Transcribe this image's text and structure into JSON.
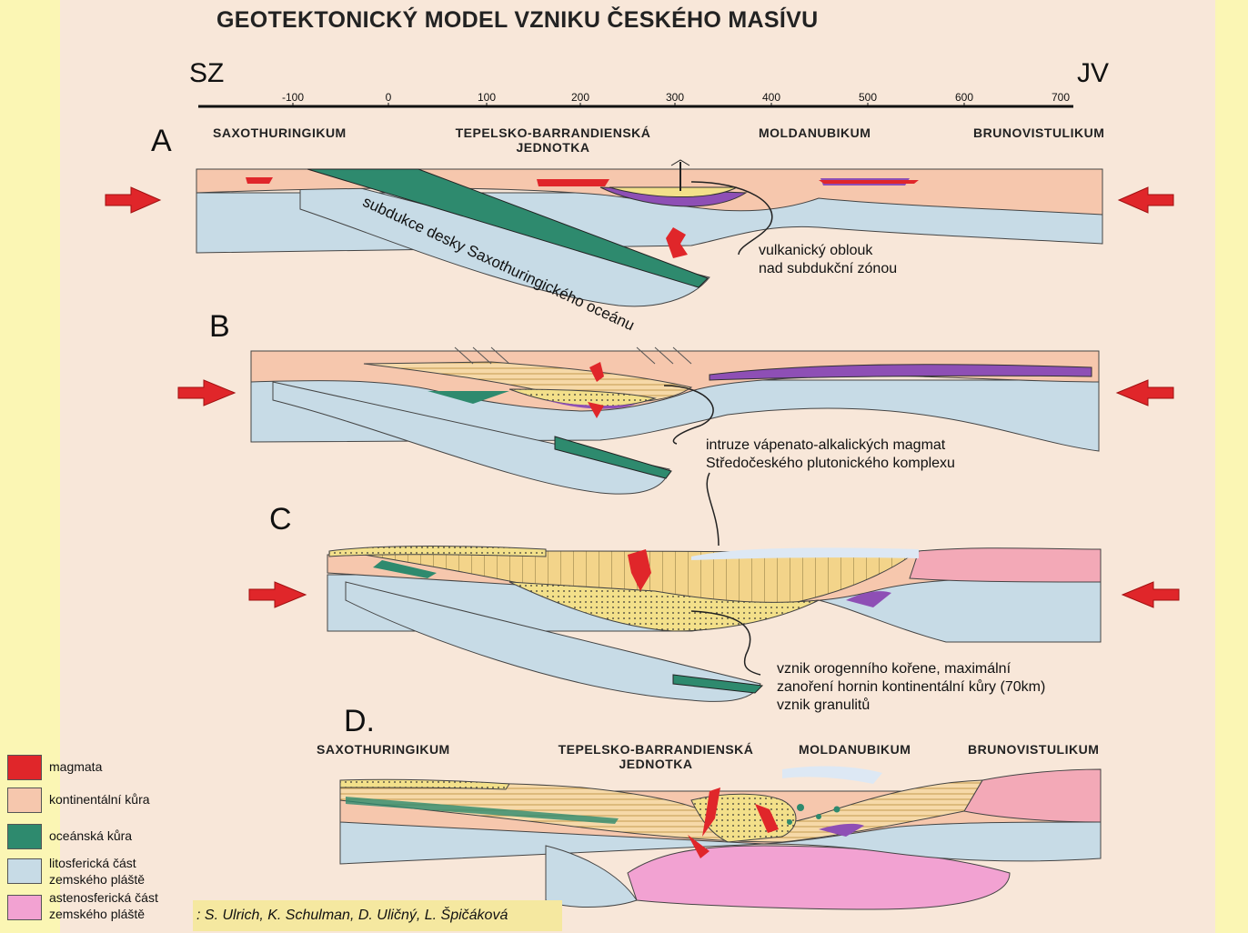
{
  "title": "GEOTEKTONICKÝ MODEL VZNIKU ČESKÉHO MASÍVU",
  "directions": {
    "left": "SZ",
    "right": "JV"
  },
  "scale": {
    "ticks": [
      "-100",
      "0",
      "100",
      "200",
      "300",
      "400",
      "500",
      "600",
      "700"
    ]
  },
  "regions_top": {
    "saxo": "SAXOTHURINGIKUM",
    "tepelsko": "TEPELSKO-BARRANDIENSKÁ",
    "tepelsko2": "JEDNOTKA",
    "moldanubikum": "MOLDANUBIKUM",
    "brunovistulikum": "BRUNOVISTULIKUM"
  },
  "regions_bottom": {
    "saxo": "SAXOTHURINGIKUM",
    "tepelsko": "TEPELSKO-BARRANDIENSKÁ",
    "tepelsko2": "JEDNOTKA",
    "moldanubikum": "MOLDANUBIKUM",
    "brunovistulikum": "BRUNOVISTULIKUM"
  },
  "stages": {
    "a": "A",
    "b": "B",
    "c": "C",
    "d": "D."
  },
  "section_a": {
    "subduction_label": "subdukce desky Saxothuringického oceánu",
    "note_line1": "vulkanický oblouk",
    "note_line2": "nad subdukční zónou"
  },
  "section_b": {
    "note_line1": "intruze vápenato-alkalických magmat",
    "note_line2": "Středočeského plutonického komplexu"
  },
  "section_c": {
    "note_line1": "vznik orogenního kořene, maximální",
    "note_line2": "zanoření hornin kontinentální kůry (70km)",
    "note_line3": "vznik granulitů"
  },
  "legend": [
    {
      "label": "magmata",
      "label2": "",
      "color": "#e0262a"
    },
    {
      "label": "kontinentální kůra",
      "label2": "",
      "color": "#f6c7ad"
    },
    {
      "label": "oceánská kůra",
      "label2": "",
      "color": "#2e8a6e"
    },
    {
      "label": "litosferická část",
      "label2": "zemského pláště",
      "color": "#c7dbe6"
    },
    {
      "label": "astenosferická část",
      "label2": "zemského pláště",
      "color": "#f2a2d2"
    }
  ],
  "credit": ": S. Ulrich, K. Schulman, D. Uličný, L. Špičáková",
  "colors": {
    "background": "#fbf6b4",
    "panel": "#f8e7d9",
    "arrow": "#e0262a",
    "purple": "#8e4fb5",
    "yellow": "#f3e08a"
  }
}
